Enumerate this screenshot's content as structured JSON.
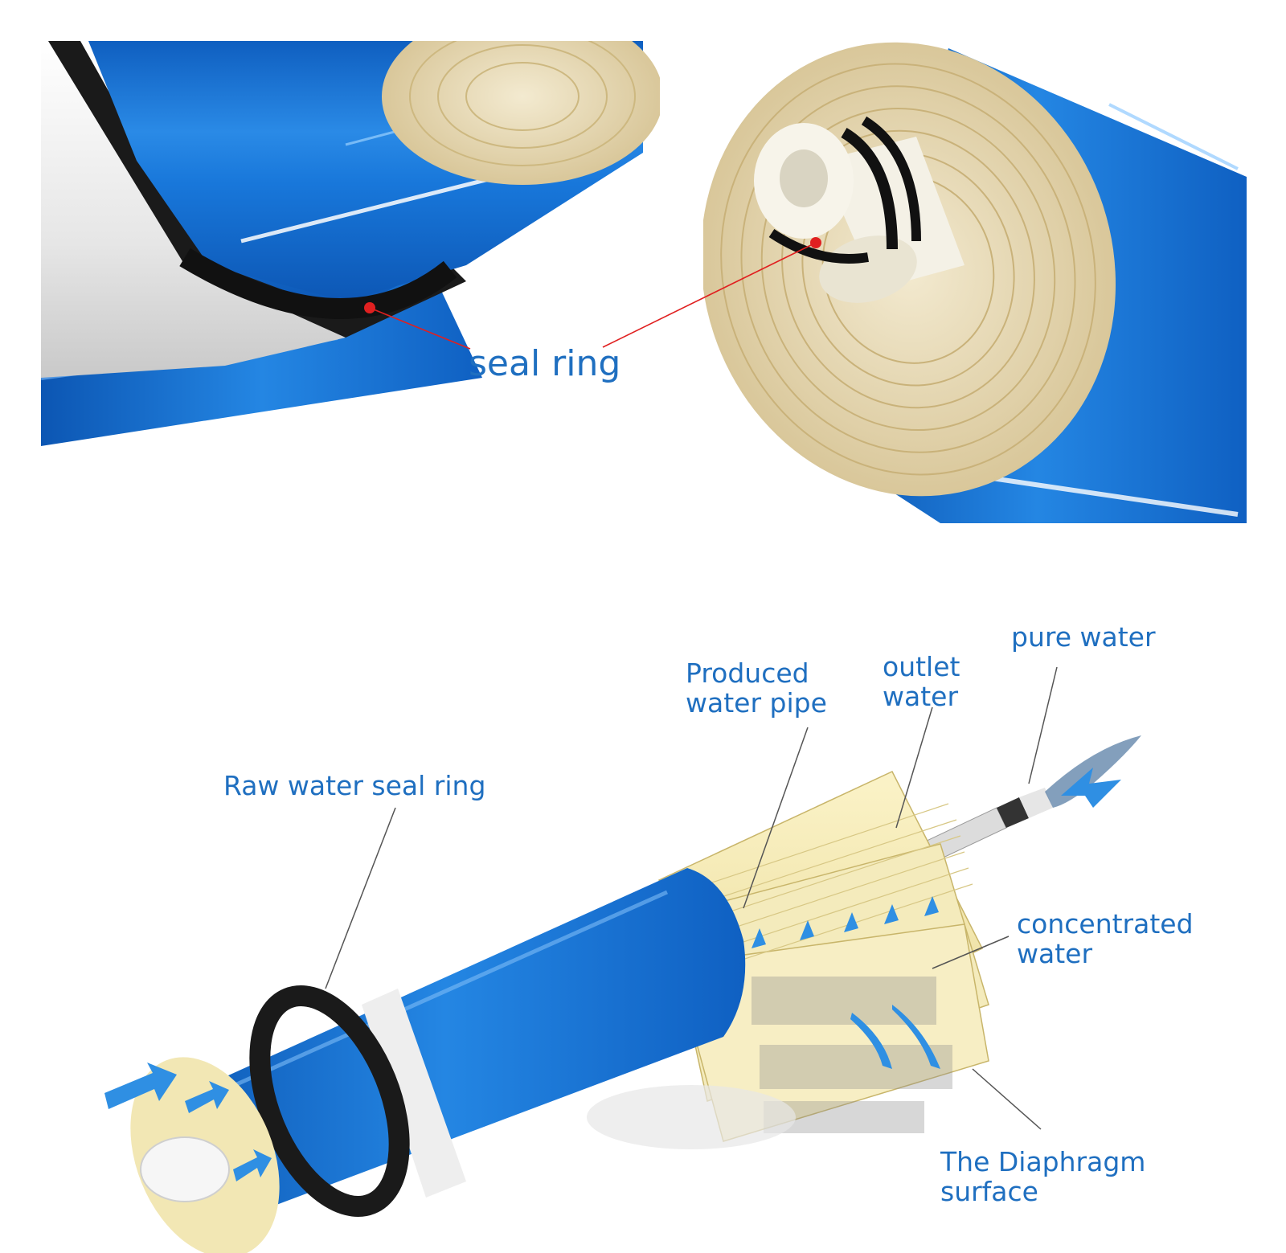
{
  "labels": {
    "seal_ring": "seal ring",
    "raw_water_seal_ring": "Raw water seal ring",
    "produced_water_pipe": [
      "Produced",
      "water pipe"
    ],
    "outlet_water": [
      "outlet",
      "water"
    ],
    "pure_water": "pure water",
    "concentrated_water": [
      "concentrated",
      "water"
    ],
    "diaphragm_surface": [
      "The Diaphragm",
      "surface"
    ]
  },
  "colors": {
    "label_blue": "#1f6fc0",
    "membrane_blue": "#1a78d6",
    "membrane_cream": "#efe3b4",
    "seal_black": "#1a1a1a",
    "leader_red": "#e02020",
    "leader_gray": "#555555"
  }
}
